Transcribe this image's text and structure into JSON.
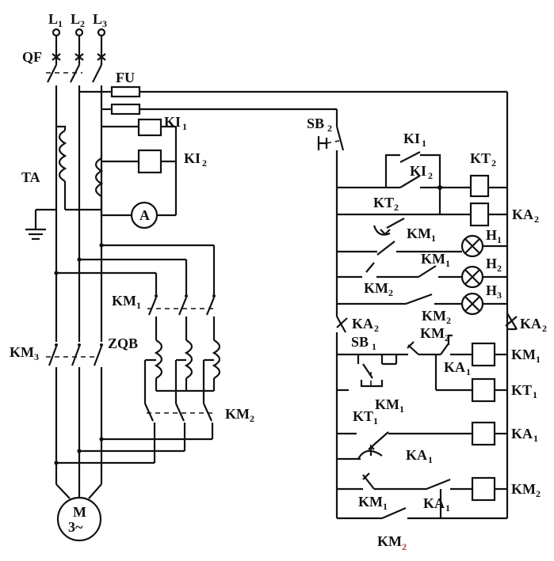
{
  "labels": {
    "L1": "L",
    "L1_sub": "1",
    "L2": "L",
    "L2_sub": "2",
    "L3": "L",
    "L3_sub": "3",
    "QF": "QF",
    "FU": "FU",
    "KI1": "KI",
    "KI1_sub": "1",
    "KI2": "KI",
    "KI2_sub": "2",
    "TA": "TA",
    "A": "A",
    "KM1_main": "KM",
    "KM1_main_sub": "1",
    "ZQB": "ZQB",
    "KM3": "KM",
    "KM3_sub": "3",
    "KM2_main": "KM",
    "KM2_main_sub": "2",
    "M": "M",
    "M_phase": "3~",
    "SB2": "SB",
    "SB2_sub": "2",
    "KI1_ctl": "KI",
    "KI1_ctl_sub": "1",
    "KI2_ctl": "KI",
    "KI2_ctl_sub": "2",
    "KT2_coil": "KT",
    "KT2_coil_sub": "2",
    "KT2_ctl": "KT",
    "KT2_ctl_sub": "2",
    "KA2_coil": "KA",
    "KA2_coil_sub": "2",
    "KM1_ctl_a": "KM",
    "KM1_ctl_a_sub": "1",
    "H1": "H",
    "H1_sub": "1",
    "KM1_ctl_b": "KM",
    "KM1_ctl_b_sub": "1",
    "H2": "H",
    "H2_sub": "2",
    "KM2_ctl_a": "KM",
    "KM2_ctl_a_sub": "2",
    "H3": "H",
    "H3_sub": "3",
    "KM2_ctl_b": "KM",
    "KM2_ctl_b_sub": "2",
    "KA2_left": "KA",
    "KA2_left_sub": "2",
    "KA2_right": "KA",
    "KA2_right_sub": "2",
    "SB1": "SB",
    "SB1_sub": "1",
    "KM2_ctl_c": "KM",
    "KM2_ctl_c_sub": "2",
    "KA1_ctl_a": "KA",
    "KA1_ctl_a_sub": "1",
    "KM1_coil": "KM",
    "KM1_coil_sub": "1",
    "KT1_coil": "KT",
    "KT1_coil_sub": "1",
    "KM1_ctl_c": "KM",
    "KM1_ctl_c_sub": "1",
    "KT1_ctl": "KT",
    "KT1_ctl_sub": "1",
    "KA1_coil": "KA",
    "KA1_coil_sub": "1",
    "KA1_ctl_b": "KA",
    "KA1_ctl_b_sub": "1",
    "KM1_ctl_d": "KM",
    "KM1_ctl_d_sub": "1",
    "KA1_ctl_c": "KA",
    "KA1_ctl_c_sub": "1",
    "KM2_coil": "KM",
    "KM2_coil_sub": "2",
    "KM2_ctl_d": "KM",
    "KM2_ctl_d_sub": "2"
  },
  "colors": {
    "ink": "#111111",
    "background": "#ffffff",
    "accent_red": "#b83a2e"
  }
}
